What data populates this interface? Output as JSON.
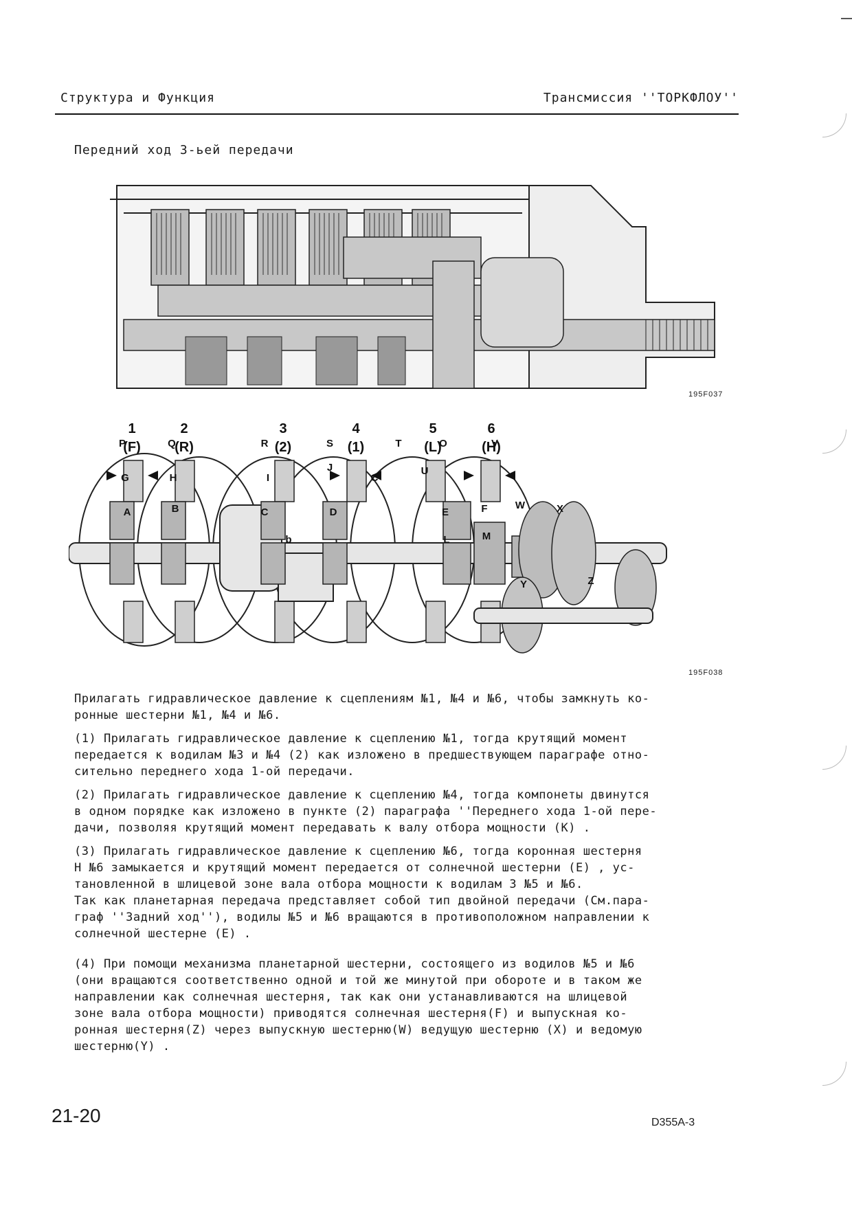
{
  "header": {
    "left": "Структура и Функция",
    "right": "Трансмиссия ''ТОРКФЛОУ''"
  },
  "section_title": "Передний ход 3-ьей передачи",
  "figure1": {
    "id": "195F037"
  },
  "figure2": {
    "id": "195F038",
    "clutches": [
      {
        "num": "1",
        "sub": "(F)"
      },
      {
        "num": "2",
        "sub": "(R)"
      },
      {
        "num": "3",
        "sub": "(2)"
      },
      {
        "num": "4",
        "sub": "(1)"
      },
      {
        "num": "5",
        "sub": "(L)"
      },
      {
        "num": "6",
        "sub": "(H)"
      }
    ],
    "gear_letters": [
      "P",
      "Q",
      "R",
      "S",
      "T",
      "O",
      "V",
      "G",
      "H",
      "I",
      "J",
      "C",
      "U",
      "A",
      "B",
      "C",
      "D",
      "E",
      "F",
      "W",
      "X",
      "b",
      "L",
      "M",
      "Y",
      "Z"
    ]
  },
  "paragraphs": [
    "Прилагать гидравлическое давление к сцеплениям №1, №4 и №6, чтобы замкнуть ко-\nронные шестерни №1, №4 и №6.",
    "(1)  Прилагать гидравлическое давление к сцеплению №1, тогда крутящий момент\nпередается к водилам №3 и №4 (2) как изложено в предшествующем параграфе отно-\nсительно переднего хода 1-ой передачи.",
    "(2)  Прилагать гидравлическое давление к сцеплению №4, тогда компонеты двинутся\nв одном порядке как изложено в пункте (2) параграфа ''Переднего хода 1-ой пере-\nдачи, позволяя крутящий момент передавать к валу отбора мощности (К)  .",
    "(3)  Прилагать гидравлическое давление к сцеплению №6, тогда коронная шестерня\n Н  №6 замыкается и крутящий момент передается от солнечной шестерни (Е)  , ус-\nтановленной в шлицевой зоне вала отбора мощности к водилам  3  №5 и №6.\nТак как планетарная передача представляет собой тип двойной передачи (См.пара-\nграф ''Задний ход''), водилы №5 и №6 вращаются в противоположном направлении к\nсолнечной шестерне (Е)  .",
    "(4)   При помощи механизма планетарной шестерни, состоящего из водилов №5 и №6\n(они вращаются соответственно одной и той же минутой при обороте и в таком же\nнаправлении как солнечная шестерня, так как они устанавливаются  на шлицевой\nзоне вала отбора мощности) приводятся солнечная шестерня(F)  и выпускная ко-\nронная шестерня(Z) через выпускную шестерню(W) ведущую шестерню (Х)  и ведомую\nшестерню(Y)   ."
  ],
  "footer": {
    "page_number": "21-20",
    "doc_code": "D355A-3"
  }
}
